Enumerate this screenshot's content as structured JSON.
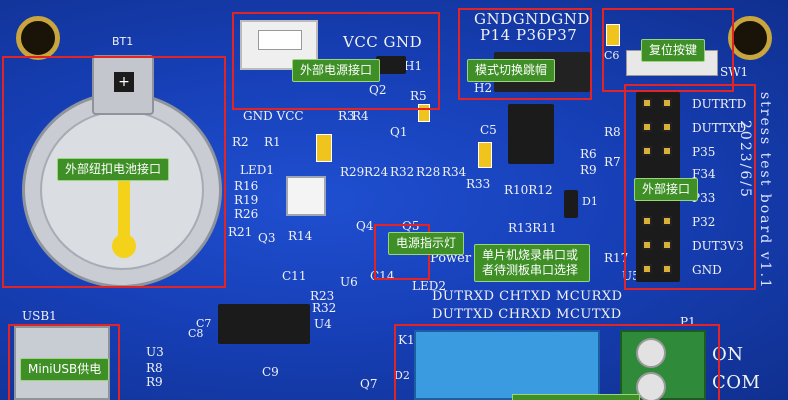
{
  "silkscreen": {
    "bt1": "BT1",
    "vcc_gnd_top": "VCC GND",
    "h1": "H1",
    "gnd_vcc_bottom": "GND VCC",
    "q2": "Q2",
    "r5": "R5",
    "r3": "R3",
    "r4": "R4",
    "q1": "Q1",
    "r2": "R2",
    "r1": "R1",
    "led1": "LED1",
    "r16": "R16",
    "r19": "R19",
    "r26": "R26",
    "r21": "R21",
    "q3": "Q3",
    "r14": "R14",
    "c11": "C11",
    "r23": "R23",
    "r32_2": "R32",
    "u6": "U6",
    "r29": "R29",
    "r24": "R24",
    "r32": "R32",
    "r28": "R28",
    "r34": "R34",
    "r33": "R33",
    "q4": "Q4",
    "q5": "Q5",
    "c14": "C14",
    "led2": "LED2",
    "r10r12": "R10R12",
    "r13r11": "R13R11",
    "gnd_row": "GNDGNDGND",
    "p14_row": "P14 P36P37",
    "h2": "H2",
    "c5": "C5",
    "c6": "C6",
    "sw1": "SW1",
    "r6": "R6",
    "r7": "R7",
    "r8": "R8",
    "r9": "R9",
    "r17": "R17",
    "u5": "U5",
    "d1": "D1",
    "power": "Power",
    "dut_labels": [
      "DUTRTD",
      "DUTTXD",
      "P35",
      "F34",
      "P33",
      "P32",
      "DUT3V3",
      "GND"
    ],
    "stress_board": "stress test board v1.1",
    "date": "2023/6/5",
    "bus_row1": "DUTRXD CHTXD MCURXD",
    "bus_row2": "DUTTXD CHRXD MCUTXD",
    "usb1": "USB1",
    "u3": "U3",
    "r8b": "R8",
    "r9b": "R9",
    "c7": "C7",
    "c8": "C8",
    "u4": "U4",
    "c9": "C9",
    "k1": "K1",
    "q7": "Q7",
    "d2": "D2",
    "p1": "P1",
    "on": "ON",
    "com": "COM"
  },
  "callouts": {
    "ext_power": "外部电源接口",
    "mode_jumper": "模式切换跳帽",
    "reset_button": "复位按键",
    "coin_battery": "外部纽扣电池接口",
    "power_led": "电源指示灯",
    "mcu_uart": "单片机烧录串口或者待测板串口选择",
    "ext_interface": "外部接口",
    "miniusb": "MiniUSB供电"
  },
  "colors": {
    "pcb_blue": "#1740b8",
    "callout_green": "#3e8f26",
    "highlight_red": "#e22424",
    "silk_white": "#f2f2f2",
    "gold": "#c9a53d"
  }
}
